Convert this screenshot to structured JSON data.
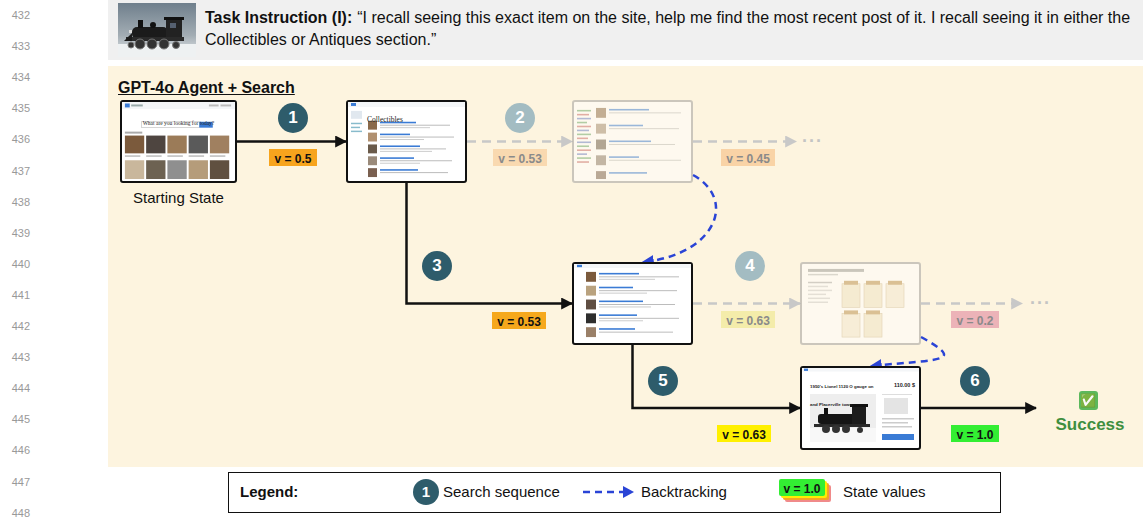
{
  "diagram": {
    "nodes": [
      {
        "text": [
          "Task Instruction (I):",
          "“I recall seeing this exact item on the site, help me find the most recent post of it. I recall seeing it in either the Collectibles or Antiques section.”"
        ]
      },
      {
        "text": [
          "GPT-4o Agent + Search"
        ]
      },
      {
        "text": [
          "What are you looking for today?",
          "Starting State"
        ],
        "in": 1
      },
      {
        "text": [
          "Collectibles"
        ],
        "in": 1
      },
      {
        "text": [],
        "in": 1
      },
      {
        "text": [],
        "in": 1
      },
      {
        "text": [],
        "in": 1
      },
      {
        "text": [
          "1950's Lionel 1120 O gauge on and Placerville town",
          "110.00 $"
        ],
        "in": 1
      },
      {
        "text": [
          "1"
        ],
        "in": 1
      },
      {
        "text": [
          "v = 0.5"
        ],
        "in": 1
      },
      {
        "text": [
          "2"
        ],
        "in": 1
      },
      {
        "text": [
          "v = 0.53"
        ],
        "in": 1
      },
      {
        "text": [
          "v = 0.45"
        ],
        "in": 1
      },
      {
        "text": [
          "3"
        ],
        "in": 1
      },
      {
        "text": [
          "v = 0.53"
        ],
        "in": 1
      },
      {
        "text": [
          "4"
        ],
        "in": 1
      },
      {
        "text": [
          "v = 0.63"
        ],
        "in": 1
      },
      {
        "text": [
          "v = 0.2"
        ],
        "in": 1
      },
      {
        "text": [
          "5"
        ],
        "in": 1
      },
      {
        "text": [
          "v = 0.63"
        ],
        "in": 1
      },
      {
        "text": [
          "6"
        ],
        "in": 1
      },
      {
        "text": [
          "v = 1.0"
        ],
        "in": 1
      },
      {
        "text": [
          "Legend:"
        ]
      }
    ],
    "edges": [
      {
        "from": 2,
        "to": 3,
        "arrow": "to"
      },
      {
        "from": 3,
        "to": 4,
        "arrow": "to"
      },
      {
        "from": 4,
        "to": 5,
        "arrow": "to"
      },
      {
        "from": 3,
        "to": 5,
        "arrow": "to"
      },
      {
        "from": 5,
        "to": 6,
        "arrow": "to"
      },
      {
        "from": 6,
        "to": 7,
        "arrow": "to"
      },
      {
        "from": 5,
        "to": 7,
        "arrow": "to"
      }
    ],
    "labels": [
      "432",
      "433",
      "434",
      "435",
      "436",
      "437",
      "438",
      "439",
      "440",
      "441",
      "442",
      "443",
      "444",
      "445",
      "446",
      "447",
      "448",
      "...",
      "...",
      "✅",
      "Success",
      "1",
      "v = 1.0"
    ],
    "legend": [
      {
        "text": "Search sequence"
      },
      {
        "text": "Backtracking"
      },
      {
        "text": "State values"
      }
    ]
  }
}
